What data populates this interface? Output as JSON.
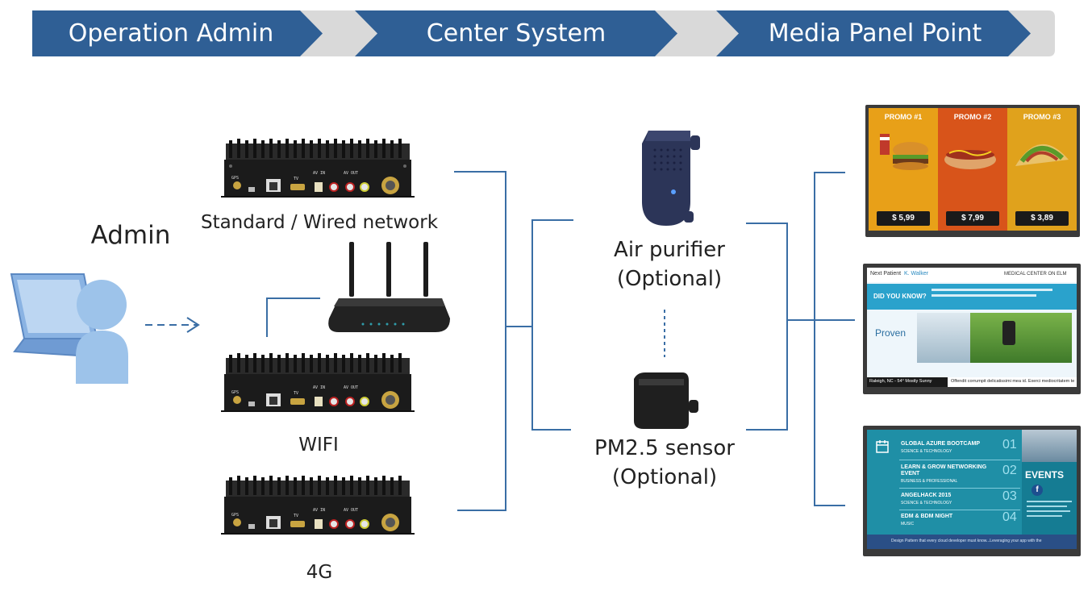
{
  "header": {
    "steps": [
      {
        "label": "Operation Admin"
      },
      {
        "label": "Center System"
      },
      {
        "label": "Media Panel Point"
      }
    ]
  },
  "admin": {
    "label": "Admin"
  },
  "devices": {
    "ports": {
      "gps": "GPS",
      "tv": "TV",
      "av_in": "AV IN",
      "av_out": "AV OUT"
    },
    "items": [
      {
        "label": "Standard / Wired network"
      },
      {
        "label": "WIFI"
      },
      {
        "label": "4G"
      }
    ]
  },
  "center": {
    "air_purifier": {
      "label": "Air purifier",
      "note": "(Optional)"
    },
    "pm_sensor": {
      "label": "PM2.5 sensor",
      "note": "(Optional)"
    }
  },
  "panels": {
    "menu": {
      "promos": [
        {
          "title": "PROMO #1",
          "price": "$ 5,99"
        },
        {
          "title": "PROMO #2",
          "price": "$ 7,99"
        },
        {
          "title": "PROMO #3",
          "price": "$ 3,89"
        }
      ],
      "colors": [
        "#e8a018",
        "#d8541a",
        "#e0a21c"
      ]
    },
    "medical": {
      "next_patient": "Next Patient",
      "patient_name": "K. Walker",
      "center": "MEDICAL CENTER ON ELM",
      "did_you_know": "DID YOU KNOW?",
      "proven": "Proven",
      "ticker_location": "Raleigh, NC - 54° Mostly Sunny",
      "ticker_text": "Offendit corrumpit delicatissimi mea id. Exerci mediocritatem te"
    },
    "events": {
      "items": [
        {
          "title": "GLOBAL AZURE BOOTCAMP",
          "sub": "SCIENCE & TECHNOLOGY",
          "num": "01"
        },
        {
          "title": "LEARN & GROW NETWORKING EVENT",
          "sub": "BUSINESS & PROFESSIONAL",
          "num": "02"
        },
        {
          "title": "ANGELHACK 2015",
          "sub": "SCIENCE & TECHNOLOGY",
          "num": "03"
        },
        {
          "title": "EDM & BDM NIGHT",
          "sub": "MUSIC",
          "num": "04"
        }
      ],
      "side_title": "EVENTS",
      "footer": "Design Pattern that every cloud developer must know...Leveraging your app with the"
    }
  },
  "colors": {
    "chevron": "#2f5f95",
    "chevron_bg": "#d9d9d9",
    "line": "#3a6ea5",
    "device": "#1b1b1b",
    "person": "#9dc3ea"
  }
}
